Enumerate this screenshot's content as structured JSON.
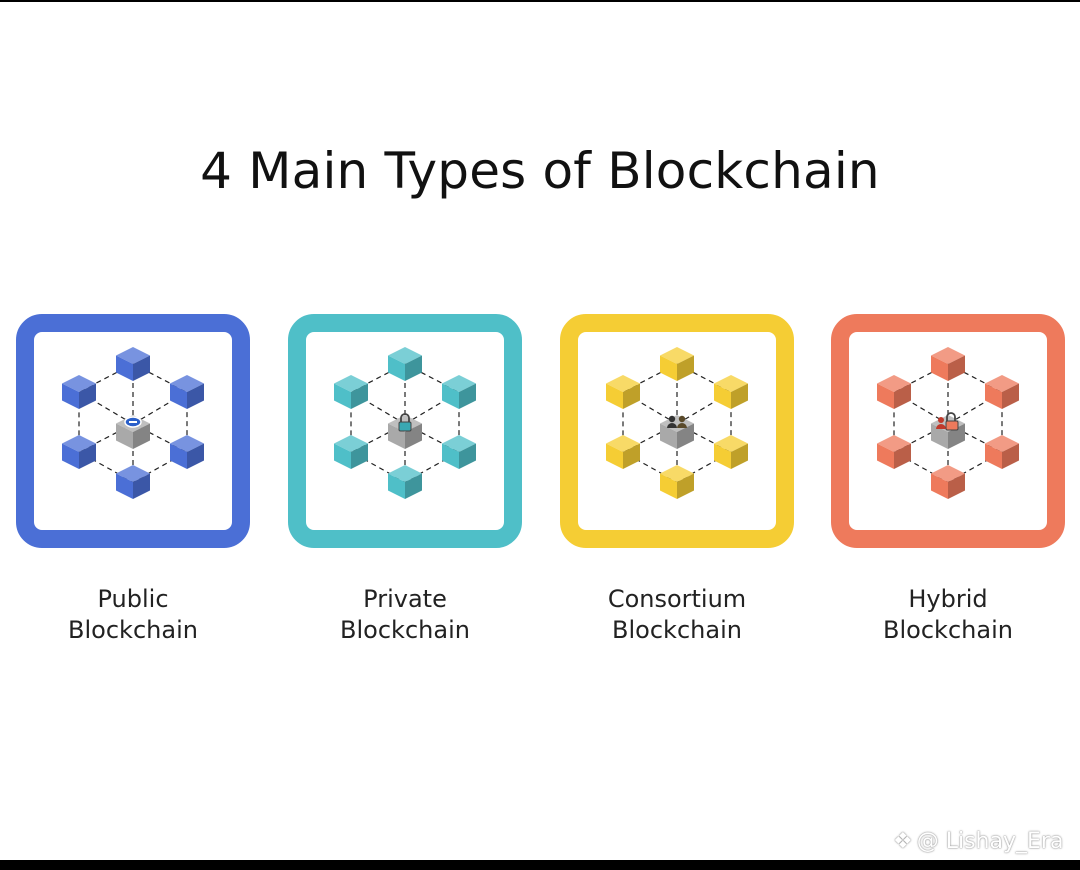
{
  "title": "4 Main Types of Blockchain",
  "types": [
    {
      "line1": "Public",
      "line2": "Blockchain",
      "color": "#4b6fd6",
      "center_icon": "key-icon"
    },
    {
      "line1": "Private",
      "line2": "Blockchain",
      "color": "#4fbfc8",
      "center_icon": "lock-icon"
    },
    {
      "line1": "Consortium",
      "line2": "Blockchain",
      "color": "#f5cd34",
      "center_icon": "people-icon"
    },
    {
      "line1": "Hybrid",
      "line2": "Blockchain",
      "color": "#ee7a5c",
      "center_icon": "lock-and-person-icon"
    }
  ],
  "watermark": "@ Lishay_Era"
}
